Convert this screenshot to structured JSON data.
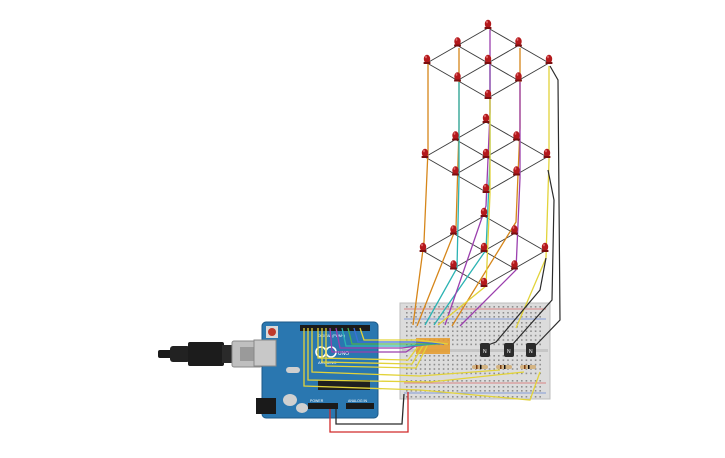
{
  "board": {
    "logo_text": "UNO",
    "brand_text": "ARDUINO",
    "power_label": "POWER",
    "analog_label": "ANALOG IN",
    "digital_label": "DIGITAL (PWM~)",
    "tx_label": "TX",
    "rx_label": "RX",
    "l_label": "L",
    "on_label": "ON"
  },
  "transistors": [
    {
      "label": "N"
    },
    {
      "label": "N"
    },
    {
      "label": "N"
    }
  ],
  "colors": {
    "led_red": "#b3191c",
    "led_dark": "#7a0e10",
    "wire_orange": "#d6861a",
    "wire_cyan": "#2bb3b3",
    "wire_purple": "#9b3fae",
    "wire_yellow": "#e2d33a",
    "wire_black": "#2b2b2b",
    "wire_red": "#d12a2a",
    "wire_green": "#4caf50",
    "wire_blue": "#3c6fd8",
    "board_blue": "#2a77b0",
    "breadboard": "#dcdcdc"
  },
  "icons": {
    "usb_cable": "usb-cable-icon",
    "reset_button": "reset-button-icon",
    "arduino_logo": "arduino-infinity-icon"
  }
}
